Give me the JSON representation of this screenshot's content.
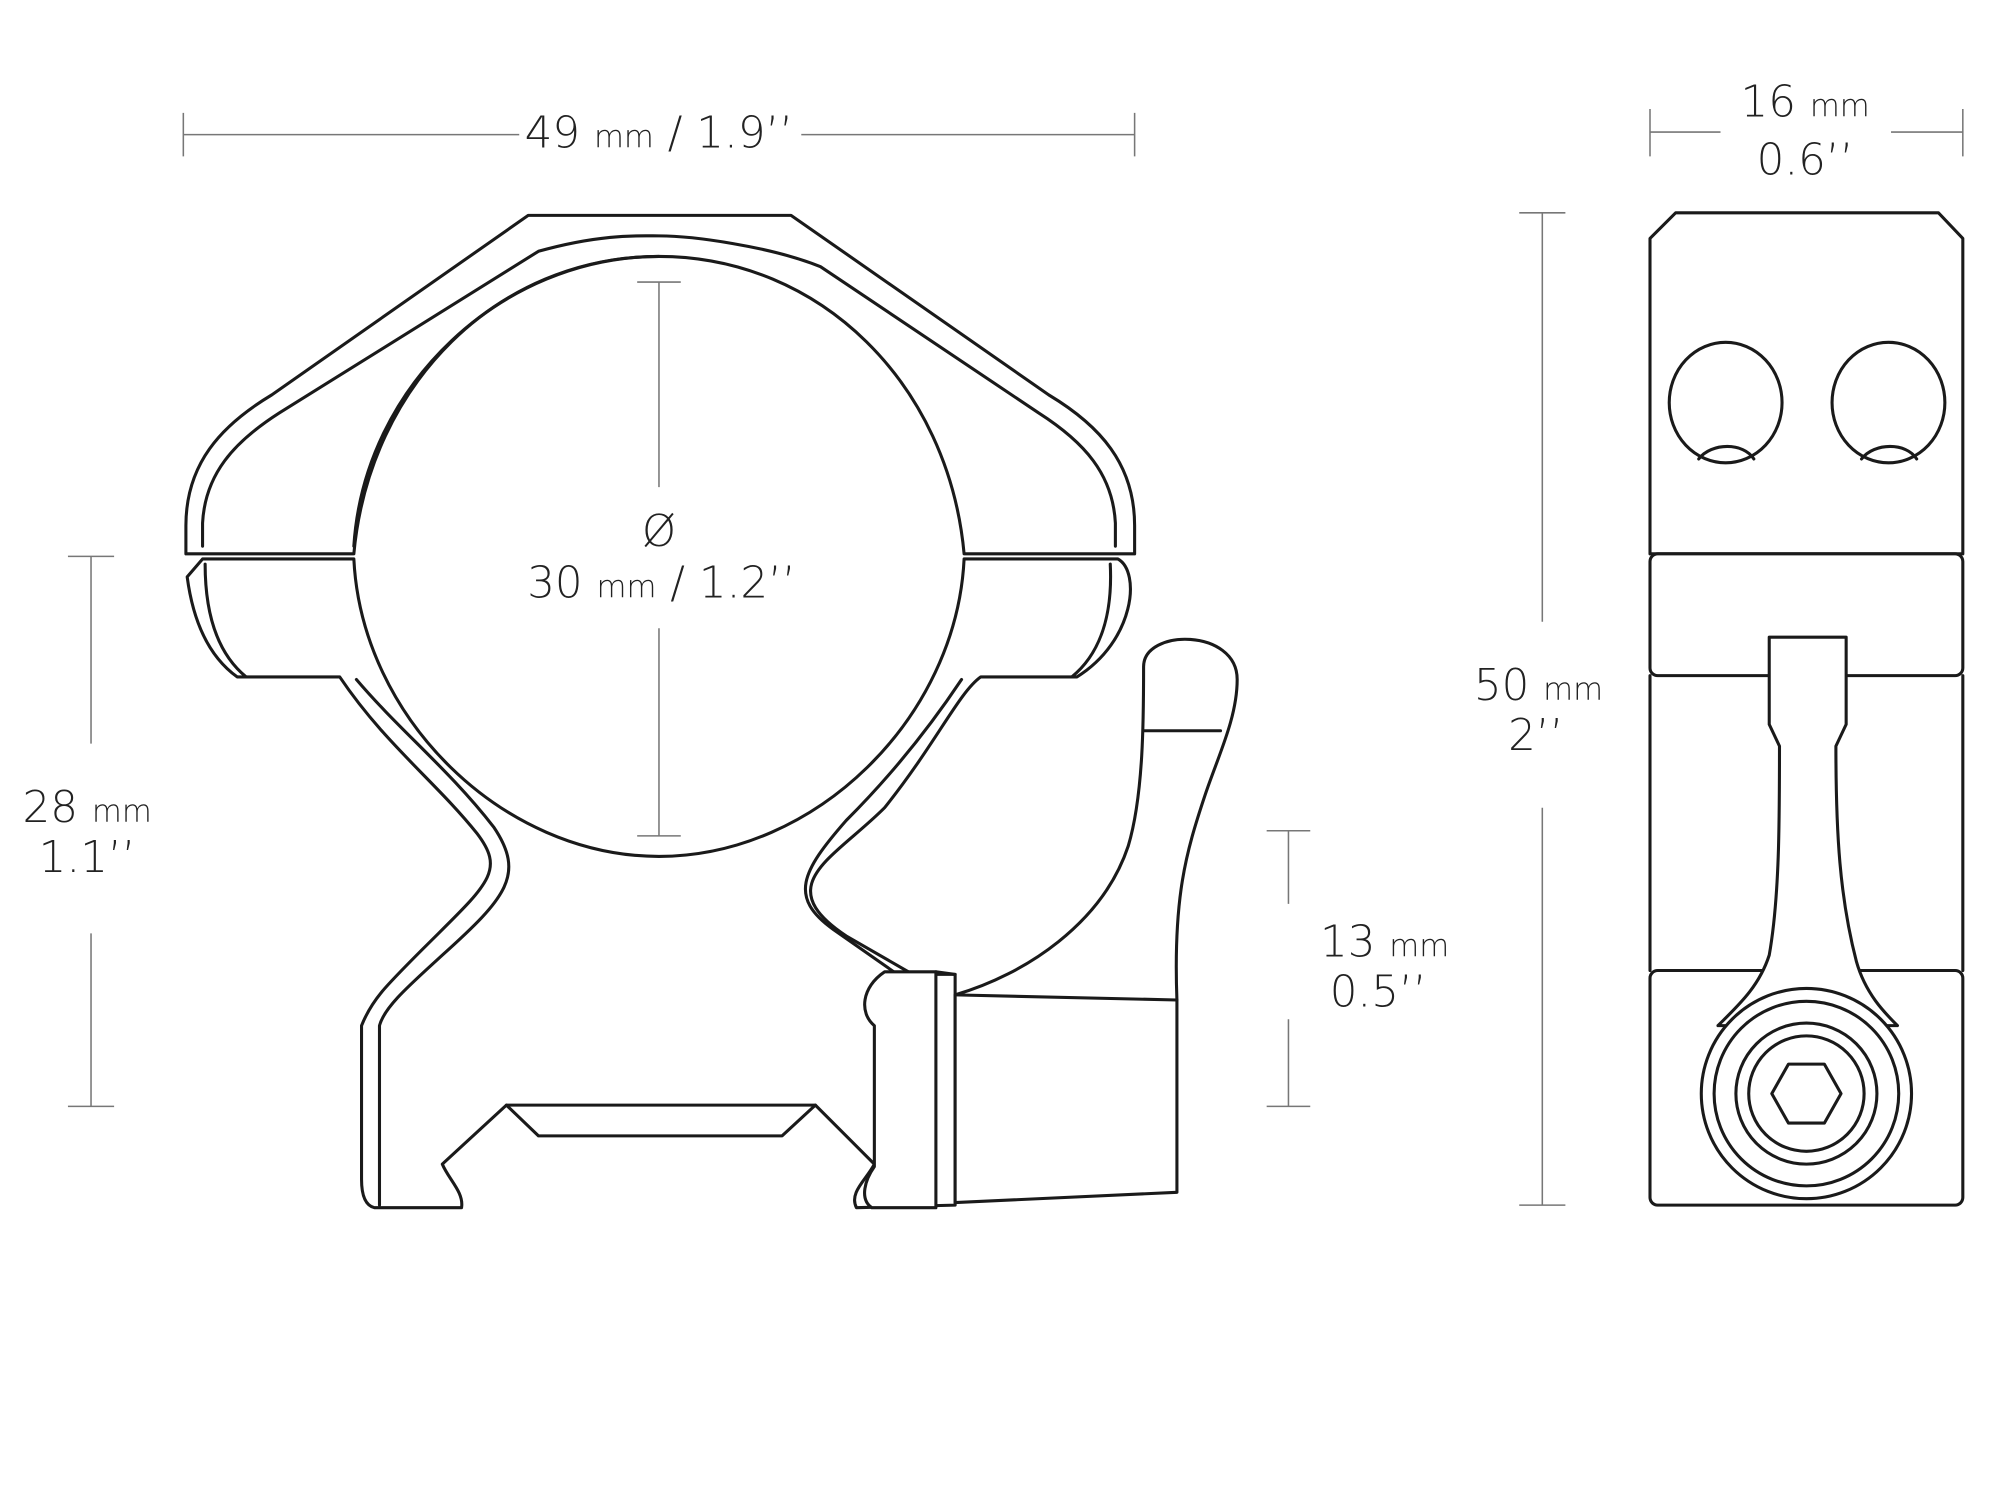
{
  "title": "Scope ring mount dimensions",
  "colors": {
    "stroke": "#1a1a1a",
    "dimension_line": "#777777",
    "background": "#ffffff"
  },
  "dimensions": {
    "width": {
      "value": "49",
      "unit": "mm",
      "sep": "/",
      "inch": "1.9’’"
    },
    "tube_diameter": {
      "symbol": "Ø",
      "value": "30",
      "unit": "mm",
      "sep": "/",
      "inch": "1.2’’"
    },
    "center_height": {
      "value": "28",
      "unit": "mm",
      "inch": "1.1’’"
    },
    "rail_height": {
      "value": "13",
      "unit": "mm",
      "inch": "0.5’’"
    },
    "depth": {
      "value": "16",
      "unit": "mm",
      "inch": "0.6’’"
    },
    "total_height": {
      "value": "50",
      "unit": "mm",
      "inch": "2’’"
    }
  }
}
